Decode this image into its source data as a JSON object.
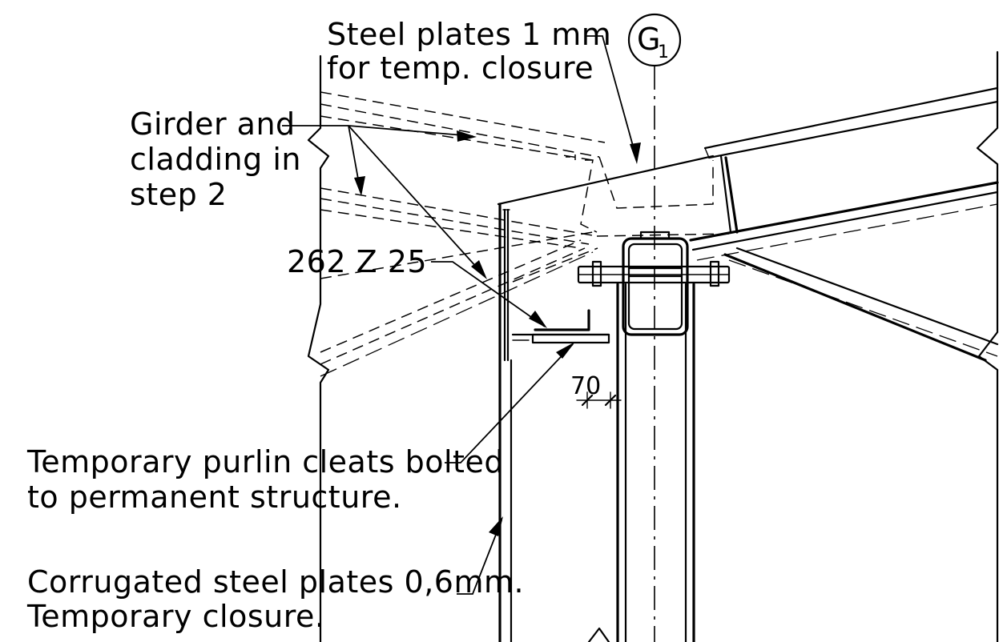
{
  "labels": {
    "steel_plates_line1": "Steel plates 1 mm",
    "steel_plates_line2": "for temp. closure",
    "girder_line1": "Girder and",
    "girder_line2": "cladding in",
    "girder_line3": "step 2",
    "purlin_size": "262 Z 25",
    "dimension_70": "70",
    "cleats_line1": "Temporary purlin cleats bolted",
    "cleats_line2": "to permanent structure.",
    "corrugated_line1": "Corrugated steel plates 0,6mm.",
    "corrugated_line2": "Temporary closure."
  },
  "grid_marker": {
    "letter": "G",
    "subscript": "1"
  }
}
